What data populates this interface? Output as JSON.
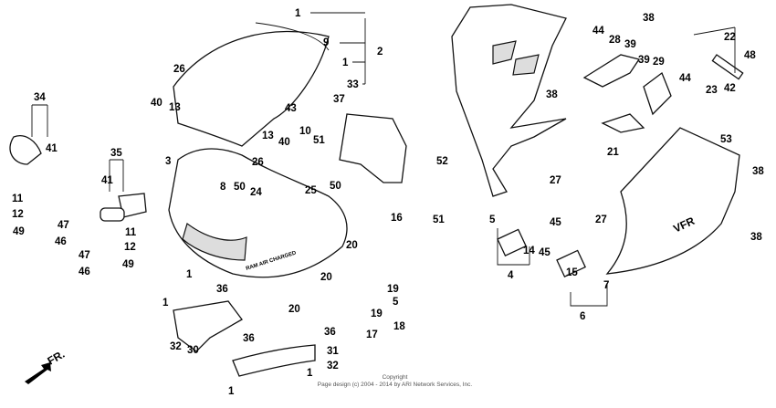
{
  "callouts": [
    "1",
    "9",
    "1",
    "2",
    "33",
    "37",
    "43",
    "10",
    "51",
    "40",
    "13",
    "26",
    "40",
    "13",
    "3",
    "26",
    "8",
    "50",
    "24",
    "25",
    "50",
    "16",
    "52",
    "51",
    "20",
    "20",
    "20",
    "34",
    "41",
    "11",
    "12",
    "47",
    "49",
    "46",
    "35",
    "41",
    "11",
    "47",
    "12",
    "49",
    "46",
    "1",
    "36",
    "1",
    "32",
    "30",
    "36",
    "36",
    "31",
    "1",
    "32",
    "1",
    "19",
    "5",
    "19",
    "18",
    "17",
    "38",
    "44",
    "28",
    "39",
    "39",
    "29",
    "22",
    "48",
    "38",
    "44",
    "23",
    "42",
    "53",
    "21",
    "38",
    "27",
    "5",
    "14",
    "45",
    "45",
    "27",
    "4",
    "15",
    "38",
    "7",
    "6"
  ],
  "front_indicator": "FR.",
  "fairing_decal": "RAM AIR CHARGED",
  "side_decal": "VFR",
  "copyright": {
    "line1": "Copyright",
    "line2": "Page design (c) 2004 - 2014 by ARI Network Services, Inc."
  }
}
